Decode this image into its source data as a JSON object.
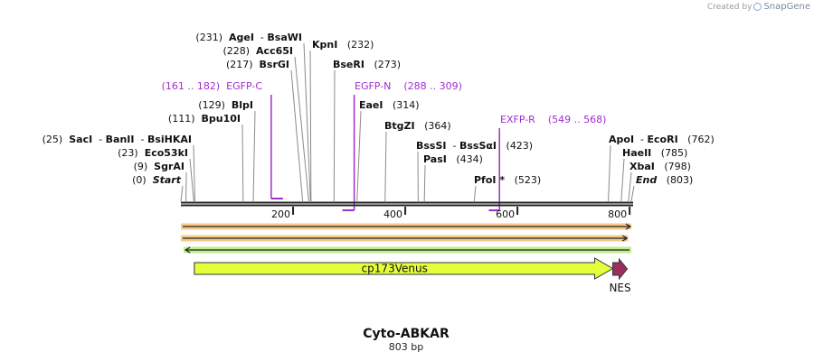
{
  "credit": {
    "prefix": "Created by",
    "brand": "SnapGene"
  },
  "map": {
    "name": "Cyto-ABKAR",
    "length_label": "803 bp",
    "length": 803,
    "ruler_ticks": [
      {
        "pos": 200,
        "label": "200"
      },
      {
        "pos": 400,
        "label": "400"
      },
      {
        "pos": 600,
        "label": "600"
      },
      {
        "pos": 800,
        "label": "800"
      }
    ],
    "sites": [
      {
        "enzymes": [
          "SacI",
          "BanII",
          "BsiHKAI"
        ],
        "pos": 25,
        "num": "(25)",
        "side": "left"
      },
      {
        "enzymes": [
          "Eco53kI"
        ],
        "pos": 23,
        "num": "(23)",
        "side": "left"
      },
      {
        "enzymes": [
          "SgrAI"
        ],
        "pos": 9,
        "num": "(9)",
        "side": "left"
      },
      {
        "enzymes": [
          "Start"
        ],
        "pos": 0,
        "num": "(0)",
        "side": "left",
        "italic": true
      },
      {
        "enzymes": [
          "BlpI"
        ],
        "pos": 129,
        "num": "(129)",
        "side": "left"
      },
      {
        "enzymes": [
          "Bpu10I"
        ],
        "pos": 111,
        "num": "(111)",
        "side": "left"
      },
      {
        "enzymes": [
          "AgeI",
          "BsaWI"
        ],
        "pos": 231,
        "num": "(231)",
        "side": "left"
      },
      {
        "enzymes": [
          "Acc65I"
        ],
        "pos": 228,
        "num": "(228)",
        "side": "left"
      },
      {
        "enzymes": [
          "BsrGI"
        ],
        "pos": 217,
        "num": "(217)",
        "side": "left"
      },
      {
        "enzymes": [
          "KpnI"
        ],
        "pos": 232,
        "num": "(232)",
        "side": "right"
      },
      {
        "enzymes": [
          "BseRI"
        ],
        "pos": 273,
        "num": "(273)",
        "side": "right"
      },
      {
        "enzymes": [
          "EaeI"
        ],
        "pos": 314,
        "num": "(314)",
        "side": "right"
      },
      {
        "enzymes": [
          "BtgZI"
        ],
        "pos": 364,
        "num": "(364)",
        "side": "right"
      },
      {
        "enzymes": [
          "BssSI",
          "BssSαI"
        ],
        "pos": 423,
        "num": "(423)",
        "side": "right"
      },
      {
        "enzymes": [
          "PasI"
        ],
        "pos": 434,
        "num": "(434)",
        "side": "right"
      },
      {
        "enzymes": [
          "PfoI *"
        ],
        "pos": 523,
        "num": "(523)",
        "side": "right"
      },
      {
        "enzymes": [
          "ApoI",
          "EcoRI"
        ],
        "pos": 762,
        "num": "(762)",
        "side": "right"
      },
      {
        "enzymes": [
          "HaeII"
        ],
        "pos": 785,
        "num": "(785)",
        "side": "right"
      },
      {
        "enzymes": [
          "XbaI"
        ],
        "pos": 798,
        "num": "(798)",
        "side": "right"
      },
      {
        "enzymes": [
          "End"
        ],
        "pos": 803,
        "num": "(803)",
        "side": "right",
        "italic": true
      }
    ],
    "primers": [
      {
        "name": "EGFP-C",
        "range": "(161 .. 182)",
        "start": 161,
        "end": 182,
        "direction": "forward",
        "label_side": "left"
      },
      {
        "name": "EGFP-N",
        "range": "(288 .. 309)",
        "start": 288,
        "end": 309,
        "direction": "reverse",
        "label_side": "right"
      },
      {
        "name": "EXFP-R",
        "range": "(549 .. 568)",
        "start": 549,
        "end": 568,
        "direction": "reverse",
        "label_side": "right"
      }
    ],
    "features": [
      {
        "name": "cp173Venus",
        "start": 24,
        "end": 770,
        "direction": "forward",
        "color": "#e6ff3c"
      },
      {
        "name": "NES",
        "start": 770,
        "end": 800,
        "direction": "forward",
        "color": "#9b2f5f"
      }
    ],
    "orfs": [
      {
        "start": 0,
        "end": 803,
        "direction": "forward",
        "color": "#f7c98a"
      },
      {
        "start": 0,
        "end": 797,
        "direction": "forward",
        "color": "#f7c98a"
      },
      {
        "start": 5,
        "end": 803,
        "direction": "reverse",
        "color": "#c2ec8e"
      }
    ],
    "colors": {
      "primer": "#9f2ed0",
      "backbone": "#222222",
      "feature_stroke": "#333333"
    }
  }
}
